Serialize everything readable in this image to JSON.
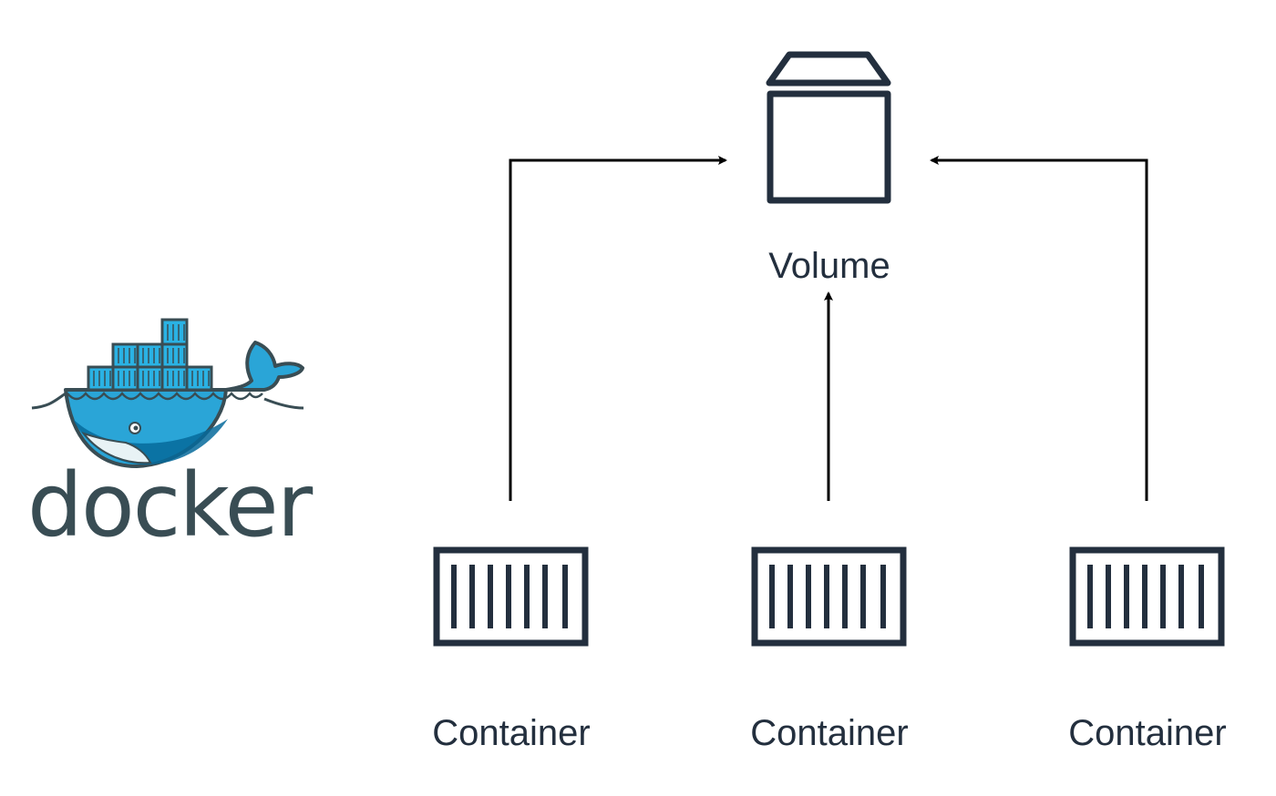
{
  "logo": {
    "wordmark": "docker",
    "colors": {
      "whale_blue": "#2aa5d7",
      "whale_dark": "#066a9b",
      "outline": "#394d54",
      "container_blue": "#2ab2e4"
    }
  },
  "diagram": {
    "volume": {
      "label": "Volume",
      "icon": "volume-icon"
    },
    "containers": [
      {
        "label": "Container",
        "icon": "container-icon"
      },
      {
        "label": "Container",
        "icon": "container-icon"
      },
      {
        "label": "Container",
        "icon": "container-icon"
      }
    ],
    "colors": {
      "stroke": "#232f3e",
      "arrow": "#000000"
    }
  }
}
